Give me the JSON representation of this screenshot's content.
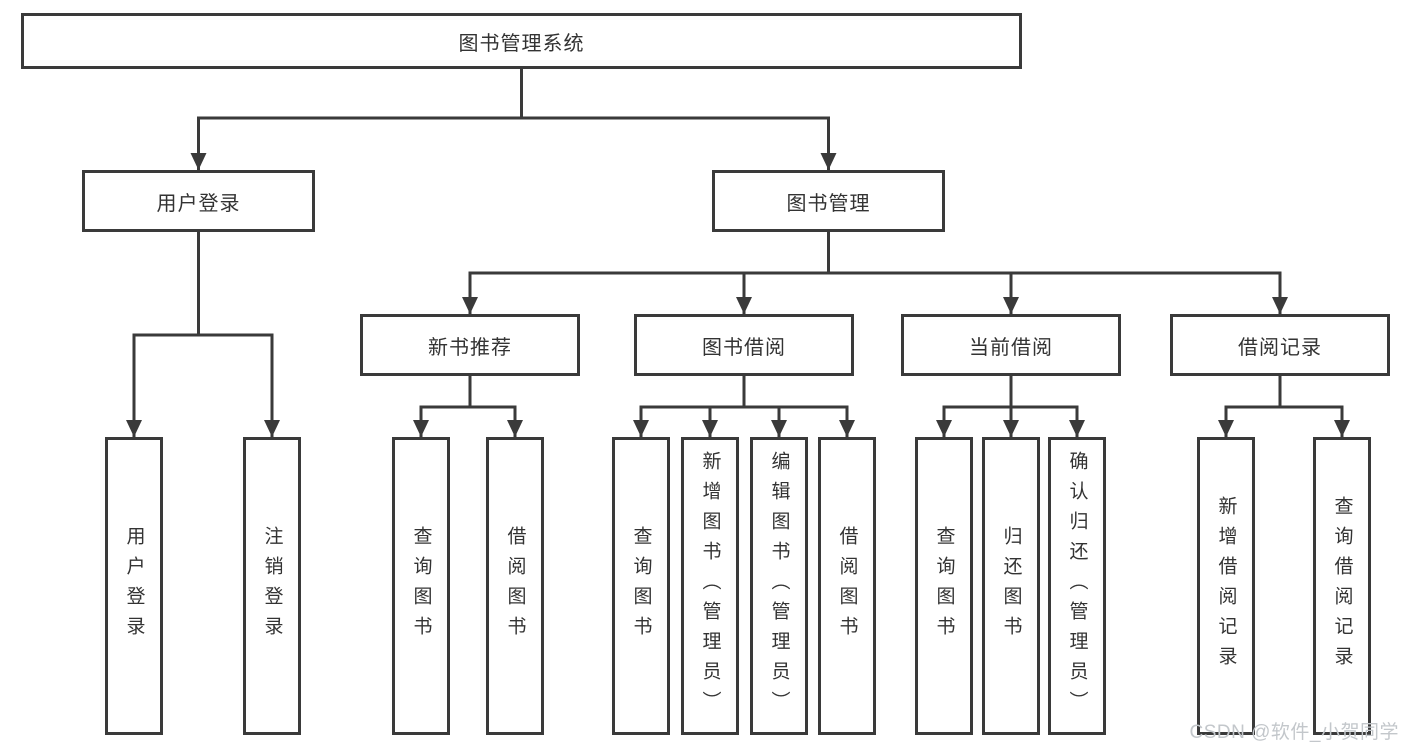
{
  "colors": {
    "line": "#3a3a3a",
    "box_border": "#3a3a3a",
    "text": "#333333",
    "background": "#ffffff",
    "watermark": "#c3c7cb"
  },
  "tree": {
    "root": "图书管理系统",
    "branches": [
      {
        "label": "用户登录",
        "children": [
          "用户登录",
          "注销登录"
        ]
      },
      {
        "label": "图书管理",
        "children": [
          {
            "label": "新书推荐",
            "children": [
              "查询图书",
              "借阅图书"
            ]
          },
          {
            "label": "图书借阅",
            "children": [
              "查询图书",
              "新增图书（管理员）",
              "编辑图书（管理员）",
              "借阅图书"
            ]
          },
          {
            "label": "当前借阅",
            "children": [
              "查询图书",
              "归还图书",
              "确认归还（管理员）"
            ]
          },
          {
            "label": "借阅记录",
            "children": [
              "新增借阅记录",
              "查询借阅记录"
            ]
          }
        ]
      }
    ]
  },
  "watermark": {
    "text": "CSDN @软件_小贺同学"
  }
}
